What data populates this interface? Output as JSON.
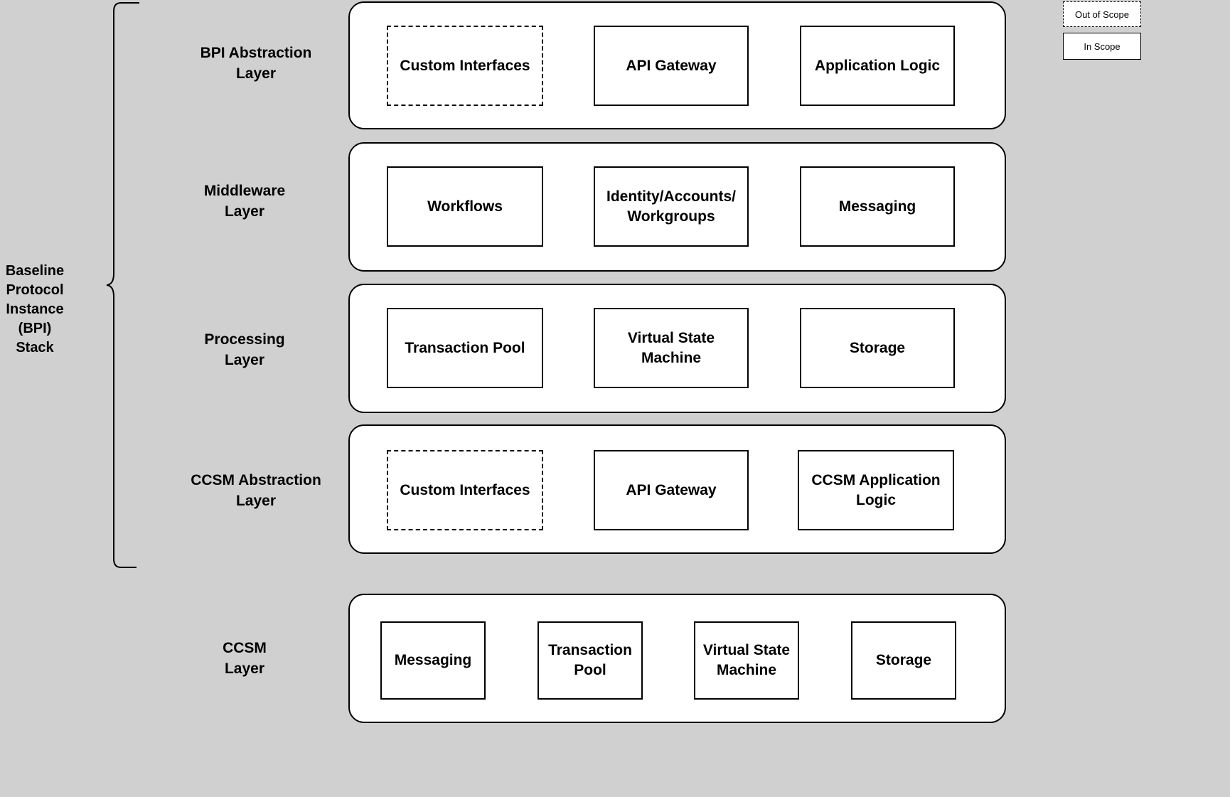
{
  "diagram": {
    "title": "Baseline Protocol Instance (BPI) Stack",
    "background_color": "#d0d0d0",
    "box_fill": "#ffffff",
    "border_color": "#000000"
  },
  "stack_bracket": {
    "label": "Baseline\nProtocol\nInstance\n(BPI)\nStack"
  },
  "legend": {
    "items": [
      {
        "label": "Out of Scope",
        "style": "dashed"
      },
      {
        "label": "In Scope",
        "style": "solid"
      }
    ]
  },
  "layers": [
    {
      "name": "BPI Abstraction\nLayer",
      "in_bracket": true,
      "components": [
        {
          "label": "Custom Interfaces",
          "style": "dashed"
        },
        {
          "label": "API Gateway",
          "style": "solid"
        },
        {
          "label": "Application Logic",
          "style": "solid"
        }
      ]
    },
    {
      "name": "Middleware\nLayer",
      "in_bracket": true,
      "components": [
        {
          "label": "Workflows",
          "style": "solid"
        },
        {
          "label": "Identity/Accounts/\nWorkgroups",
          "style": "solid"
        },
        {
          "label": "Messaging",
          "style": "solid"
        }
      ]
    },
    {
      "name": "Processing\nLayer",
      "in_bracket": true,
      "components": [
        {
          "label": "Transaction Pool",
          "style": "solid"
        },
        {
          "label": "Virtual State\nMachine",
          "style": "solid"
        },
        {
          "label": "Storage",
          "style": "solid"
        }
      ]
    },
    {
      "name": "CCSM Abstraction\nLayer",
      "in_bracket": true,
      "components": [
        {
          "label": "Custom Interfaces",
          "style": "dashed"
        },
        {
          "label": "API Gateway",
          "style": "solid"
        },
        {
          "label": "CCSM Application\nLogic",
          "style": "solid"
        }
      ]
    },
    {
      "name": "CCSM\nLayer",
      "in_bracket": false,
      "components": [
        {
          "label": "Messaging",
          "style": "solid"
        },
        {
          "label": "Transaction\nPool",
          "style": "solid"
        },
        {
          "label": "Virtual State\nMachine",
          "style": "solid"
        },
        {
          "label": "Storage",
          "style": "solid"
        }
      ]
    }
  ]
}
